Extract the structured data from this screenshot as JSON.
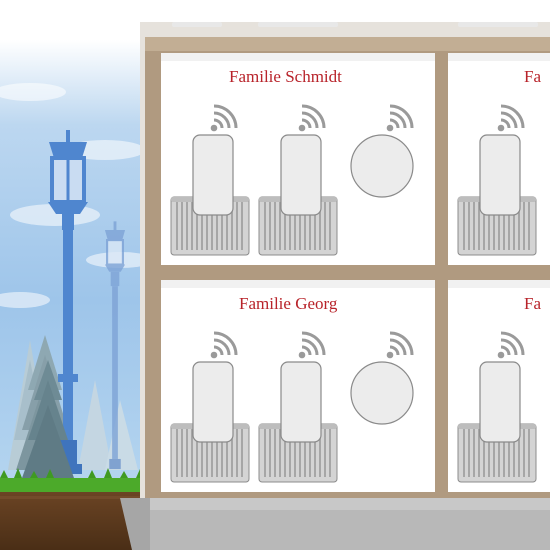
{
  "apartments": [
    {
      "title": "Familie Schmidt"
    },
    {
      "title": "Familie Georg"
    },
    {
      "title": "Fa"
    },
    {
      "title": "Fa"
    }
  ],
  "colors": {
    "family_title": "#b8232a",
    "sky": "#9ec5ea",
    "lamp": "#4f86cf",
    "wall": "#b09a80",
    "radiator": "#d2d2d2",
    "device": "#ececec",
    "wifi": "#9a9a9a",
    "ground": "#5a3a1e",
    "grass": "#4caa2a"
  },
  "icons": [
    "street-lamp-icon",
    "tree-icon",
    "radiator-icon",
    "thermostat-device-icon",
    "room-sensor-icon",
    "wifi-signal-icon"
  ]
}
